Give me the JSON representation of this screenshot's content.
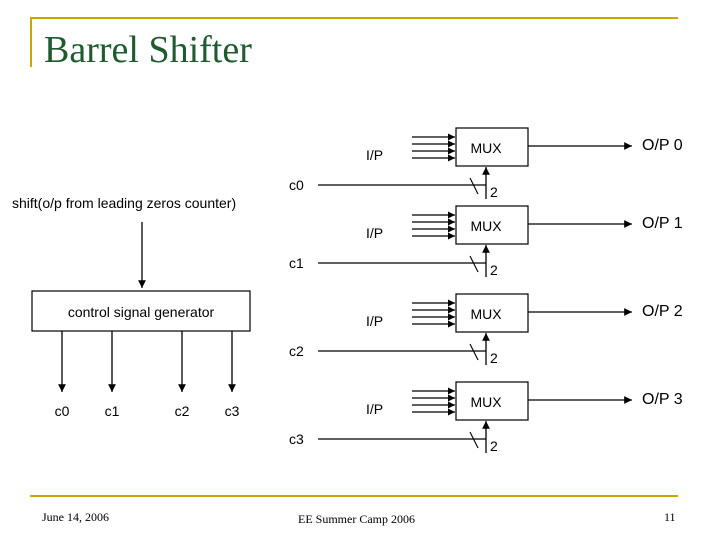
{
  "slide": {
    "title": "Barrel Shifter",
    "footer_date": "June 14, 2006",
    "footer_event": "EE Summer Camp 2006",
    "footer_page": "11"
  },
  "accent_color": "#c8a800",
  "title_color": "#1f5b2e",
  "diagram": {
    "shift_label": "shift(o/p from leading zeros counter)",
    "generator_label": "control signal generator",
    "generator_outputs": [
      "c0",
      "c1",
      "c2",
      "c3"
    ],
    "mux_label": "MUX",
    "stages": [
      {
        "input_label": "I/P",
        "control_label": "c0",
        "bus_width": "2",
        "output_label": "O/P 0"
      },
      {
        "input_label": "I/P",
        "control_label": "c1",
        "bus_width": "2",
        "output_label": "O/P 1"
      },
      {
        "input_label": "I/P",
        "control_label": "c2",
        "bus_width": "2",
        "output_label": "O/P 2"
      },
      {
        "input_label": "I/P",
        "control_label": "c3",
        "bus_width": "2",
        "output_label": "O/P 3"
      }
    ]
  }
}
